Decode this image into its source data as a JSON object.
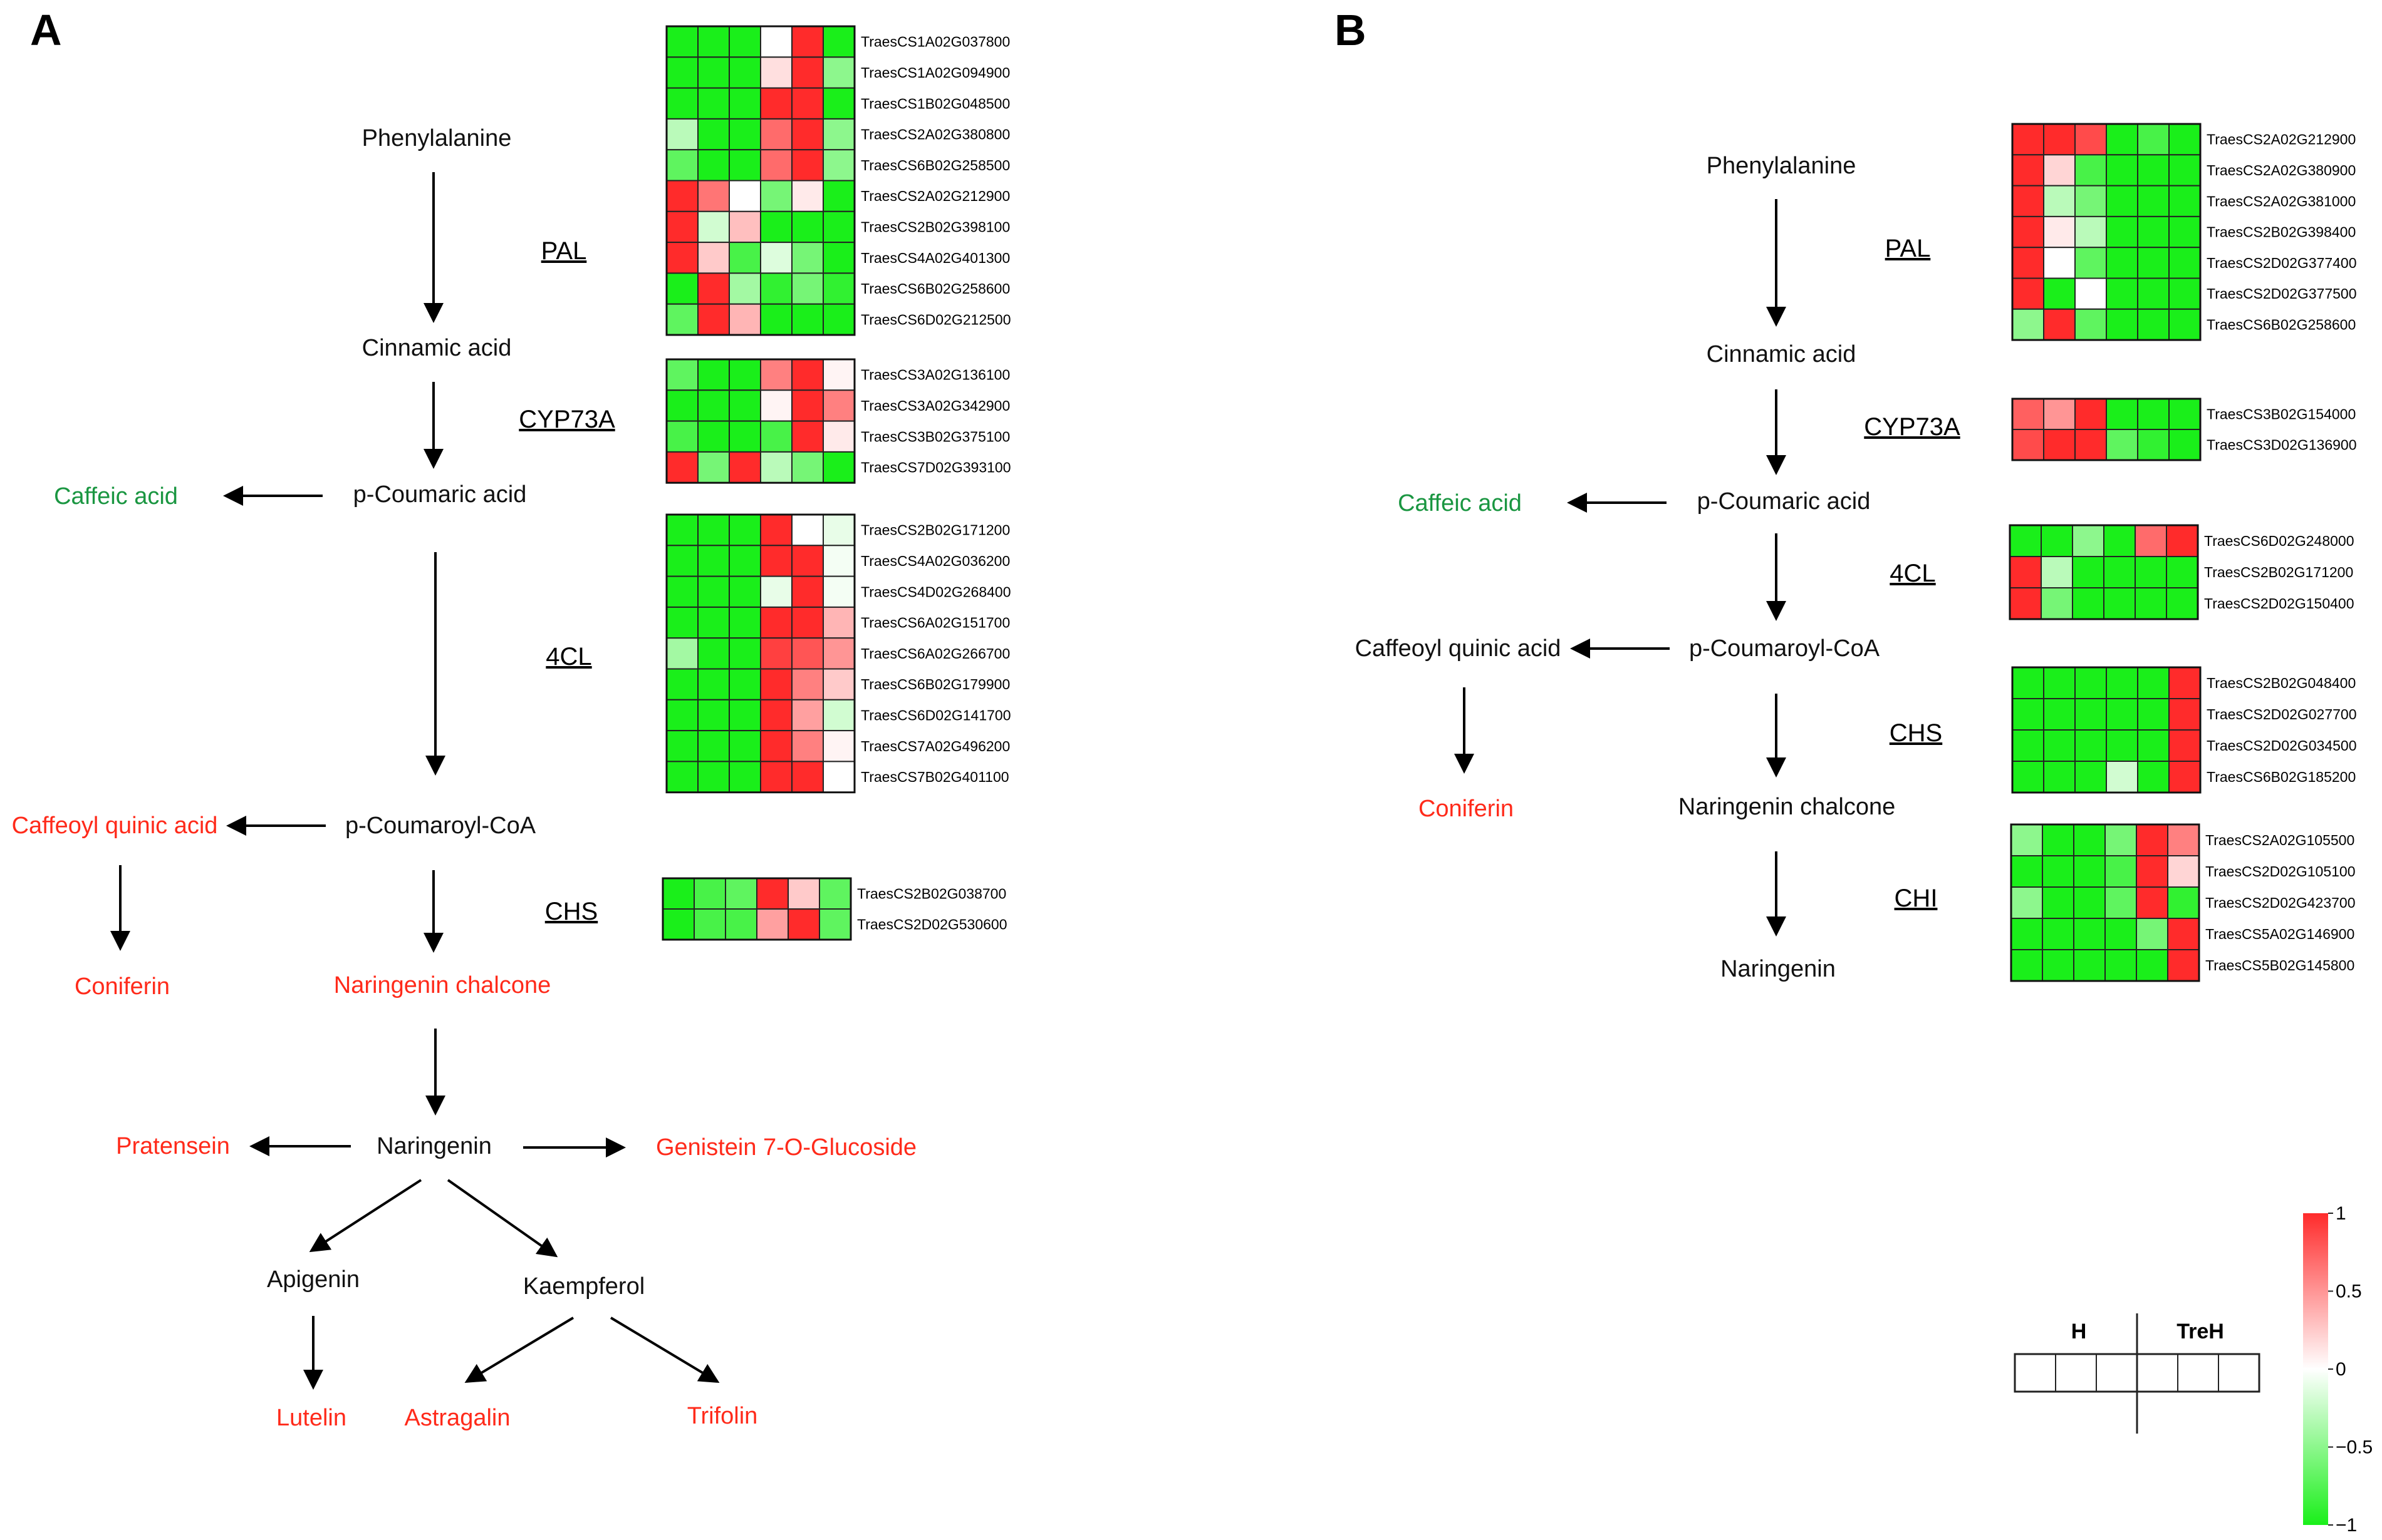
{
  "colors": {
    "black_metabolite": "#111111",
    "green_metabolite": "#1a9641",
    "red_metabolite": "#ff2a1a",
    "heat_high": "#ff2b2b",
    "heat_mid": "#ffffff",
    "heat_low": "#1aef1a"
  },
  "panels": [
    {
      "letter": "A",
      "metabolites": [
        {
          "id": "phe",
          "label": "Phenylalanine",
          "color": "black"
        },
        {
          "id": "cin",
          "label": "Cinnamic acid",
          "color": "black"
        },
        {
          "id": "pcou",
          "label": "p-Coumaric acid",
          "color": "black"
        },
        {
          "id": "caf",
          "label": "Caffeic acid",
          "color": "green"
        },
        {
          "id": "pcoa",
          "label": "p-Coumaroyl-CoA",
          "color": "black"
        },
        {
          "id": "cqa",
          "label": "Caffeoyl quinic acid",
          "color": "red"
        },
        {
          "id": "conif",
          "label": "Coniferin",
          "color": "red"
        },
        {
          "id": "narch",
          "label": "Naringenin chalcone",
          "color": "red"
        },
        {
          "id": "nar",
          "label": "Naringenin",
          "color": "black"
        },
        {
          "id": "prat",
          "label": "Pratensein",
          "color": "red"
        },
        {
          "id": "gen",
          "label": "Genistein 7-O-Glucoside",
          "color": "red"
        },
        {
          "id": "api",
          "label": "Apigenin",
          "color": "black"
        },
        {
          "id": "kae",
          "label": "Kaempferol",
          "color": "black"
        },
        {
          "id": "lut",
          "label": "Lutelin",
          "color": "red"
        },
        {
          "id": "ast",
          "label": "Astragalin",
          "color": "red"
        },
        {
          "id": "tri",
          "label": "Trifolin",
          "color": "red"
        }
      ],
      "enzymes": [
        {
          "label": "PAL",
          "genes": [
            {
              "id": "TraesCS1A02G037800",
              "values": [
                -1,
                -1,
                -1,
                0,
                1,
                -1
              ]
            },
            {
              "id": "TraesCS1A02G094900",
              "values": [
                -1,
                -1,
                -1,
                0.15,
                1,
                -0.5
              ]
            },
            {
              "id": "TraesCS1B02G048500",
              "values": [
                -1,
                -1,
                -1,
                1,
                1,
                -1
              ]
            },
            {
              "id": "TraesCS2A02G380800",
              "values": [
                -0.3,
                -1,
                -1,
                0.7,
                1,
                -0.5
              ]
            },
            {
              "id": "TraesCS6B02G258500",
              "values": [
                -0.7,
                -1,
                -1,
                0.7,
                1,
                -0.5
              ]
            },
            {
              "id": "TraesCS2A02G212900",
              "values": [
                1,
                0.65,
                0,
                -0.6,
                0.1,
                -1
              ]
            },
            {
              "id": "TraesCS2B02G398100",
              "values": [
                1,
                -0.2,
                0.3,
                -1,
                -1,
                -1
              ]
            },
            {
              "id": "TraesCS4A02G401300",
              "values": [
                1,
                0.25,
                -0.8,
                -0.15,
                -0.6,
                -1
              ]
            },
            {
              "id": "TraesCS6B02G258600",
              "values": [
                -1,
                1,
                -0.4,
                -0.9,
                -0.6,
                -0.9
              ]
            },
            {
              "id": "TraesCS6D02G212500",
              "values": [
                -0.7,
                1,
                0.35,
                -1,
                -1,
                -1
              ]
            }
          ]
        },
        {
          "label": "CYP73A",
          "genes": [
            {
              "id": "TraesCS3A02G136100",
              "values": [
                -0.7,
                -1,
                -1,
                0.6,
                1,
                0.05
              ]
            },
            {
              "id": "TraesCS3A02G342900",
              "values": [
                -1,
                -1,
                -1,
                0.05,
                1,
                0.6
              ]
            },
            {
              "id": "TraesCS3B02G375100",
              "values": [
                -0.8,
                -1,
                -1,
                -0.8,
                1,
                0.1
              ]
            },
            {
              "id": "TraesCS7D02G393100",
              "values": [
                1,
                -0.6,
                1,
                -0.3,
                -0.6,
                -1
              ]
            }
          ]
        },
        {
          "label": "4CL",
          "genes": [
            {
              "id": "TraesCS2B02G171200",
              "values": [
                -1,
                -1,
                -1,
                1,
                0,
                -0.1
              ]
            },
            {
              "id": "TraesCS4A02G036200",
              "values": [
                -1,
                -1,
                -1,
                1,
                1,
                -0.05
              ]
            },
            {
              "id": "TraesCS4D02G268400",
              "values": [
                -1,
                -1,
                -1,
                -0.1,
                1,
                -0.05
              ]
            },
            {
              "id": "TraesCS6A02G151700",
              "values": [
                -1,
                -1,
                -1,
                1,
                1,
                0.35
              ]
            },
            {
              "id": "TraesCS6A02G266700",
              "values": [
                -0.4,
                -1,
                -1,
                0.9,
                0.8,
                0.5
              ]
            },
            {
              "id": "TraesCS6B02G179900",
              "values": [
                -1,
                -1,
                -1,
                1,
                0.6,
                0.25
              ]
            },
            {
              "id": "TraesCS6D02G141700",
              "values": [
                -1,
                -1,
                -1,
                1,
                0.45,
                -0.2
              ]
            },
            {
              "id": "TraesCS7A02G496200",
              "values": [
                -1,
                -1,
                -1,
                1,
                0.6,
                0.05
              ]
            },
            {
              "id": "TraesCS7B02G401100",
              "values": [
                -1,
                -1,
                -1,
                1,
                1,
                0
              ]
            }
          ]
        },
        {
          "label": "CHS",
          "genes": [
            {
              "id": "TraesCS2B02G038700",
              "values": [
                -1,
                -0.8,
                -0.7,
                1,
                0.25,
                -0.7
              ]
            },
            {
              "id": "TraesCS2D02G530600",
              "values": [
                -1,
                -0.8,
                -0.8,
                0.45,
                1,
                -0.7
              ]
            }
          ]
        }
      ]
    },
    {
      "letter": "B",
      "metabolites": [
        {
          "id": "phe",
          "label": "Phenylalanine",
          "color": "black"
        },
        {
          "id": "cin",
          "label": "Cinnamic acid",
          "color": "black"
        },
        {
          "id": "pcou",
          "label": "p-Coumaric acid",
          "color": "black"
        },
        {
          "id": "caf",
          "label": "Caffeic acid",
          "color": "green"
        },
        {
          "id": "pcoa",
          "label": "p-Coumaroyl-CoA",
          "color": "black"
        },
        {
          "id": "cqa",
          "label": "Caffeoyl quinic acid",
          "color": "black"
        },
        {
          "id": "conif",
          "label": "Coniferin",
          "color": "red"
        },
        {
          "id": "narch",
          "label": "Naringenin chalcone",
          "color": "black"
        },
        {
          "id": "nar",
          "label": "Naringenin",
          "color": "black"
        }
      ],
      "enzymes": [
        {
          "label": "PAL",
          "genes": [
            {
              "id": "TraesCS2A02G212900",
              "values": [
                1,
                1,
                0.85,
                -1,
                -0.8,
                -1
              ]
            },
            {
              "id": "TraesCS2A02G380900",
              "values": [
                1,
                0.2,
                -0.8,
                -1,
                -1,
                -1
              ]
            },
            {
              "id": "TraesCS2A02G381000",
              "values": [
                1,
                -0.3,
                -0.6,
                -1,
                -1,
                -1
              ]
            },
            {
              "id": "TraesCS2B02G398400",
              "values": [
                1,
                0.1,
                -0.3,
                -1,
                -1,
                -1
              ]
            },
            {
              "id": "TraesCS2D02G377400",
              "values": [
                1,
                0,
                -0.7,
                -1,
                -1,
                -1
              ]
            },
            {
              "id": "TraesCS2D02G377500",
              "values": [
                1,
                -1,
                0,
                -1,
                -1,
                -1
              ]
            },
            {
              "id": "TraesCS6B02G258600",
              "values": [
                -0.5,
                1,
                -0.7,
                -1,
                -1,
                -1
              ]
            }
          ]
        },
        {
          "label": "CYP73A",
          "genes": [
            {
              "id": "TraesCS3B02G154000",
              "values": [
                0.75,
                0.5,
                1,
                -1,
                -1,
                -1
              ]
            },
            {
              "id": "TraesCS3D02G136900",
              "values": [
                0.85,
                1,
                1,
                -0.7,
                -0.9,
                -1
              ]
            }
          ]
        },
        {
          "label": "4CL",
          "genes": [
            {
              "id": "TraesCS6D02G248000",
              "values": [
                -1,
                -1,
                -0.5,
                -1,
                0.7,
                1
              ]
            },
            {
              "id": "TraesCS2B02G171200",
              "values": [
                1,
                -0.3,
                -1,
                -1,
                -1,
                -1
              ]
            },
            {
              "id": "TraesCS2D02G150400",
              "values": [
                1,
                -0.6,
                -1,
                -1,
                -1,
                -1
              ]
            }
          ]
        },
        {
          "label": "CHS",
          "genes": [
            {
              "id": "TraesCS2B02G048400",
              "values": [
                -1,
                -1,
                -1,
                -1,
                -1,
                1
              ]
            },
            {
              "id": "TraesCS2D02G027700",
              "values": [
                -1,
                -1,
                -1,
                -1,
                -1,
                1
              ]
            },
            {
              "id": "TraesCS2D02G034500",
              "values": [
                -1,
                -1,
                -1,
                -1,
                -1,
                1
              ]
            },
            {
              "id": "TraesCS6B02G185200",
              "values": [
                -1,
                -1,
                -1,
                -0.2,
                -1,
                1
              ]
            }
          ]
        },
        {
          "label": "CHI",
          "genes": [
            {
              "id": "TraesCS2A02G105500",
              "values": [
                -0.5,
                -1,
                -1,
                -0.6,
                1,
                0.6
              ]
            },
            {
              "id": "TraesCS2D02G105100",
              "values": [
                -1,
                -1,
                -1,
                -0.8,
                1,
                0.2
              ]
            },
            {
              "id": "TraesCS2D02G423700",
              "values": [
                -0.5,
                -1,
                -1,
                -0.7,
                1,
                -0.9
              ]
            },
            {
              "id": "TraesCS5A02G146900",
              "values": [
                -1,
                -1,
                -1,
                -1,
                -0.6,
                1
              ]
            },
            {
              "id": "TraesCS5B02G145800",
              "values": [
                -1,
                -1,
                -1,
                -1,
                -1,
                1
              ]
            }
          ]
        }
      ]
    }
  ],
  "legend": {
    "group_labels": [
      "H",
      "TreH"
    ],
    "scale_ticks": [
      "1",
      "0.5",
      "0",
      "−0.5",
      "−1"
    ],
    "scale_values": [
      1,
      0.5,
      0,
      -0.5,
      -1
    ]
  }
}
